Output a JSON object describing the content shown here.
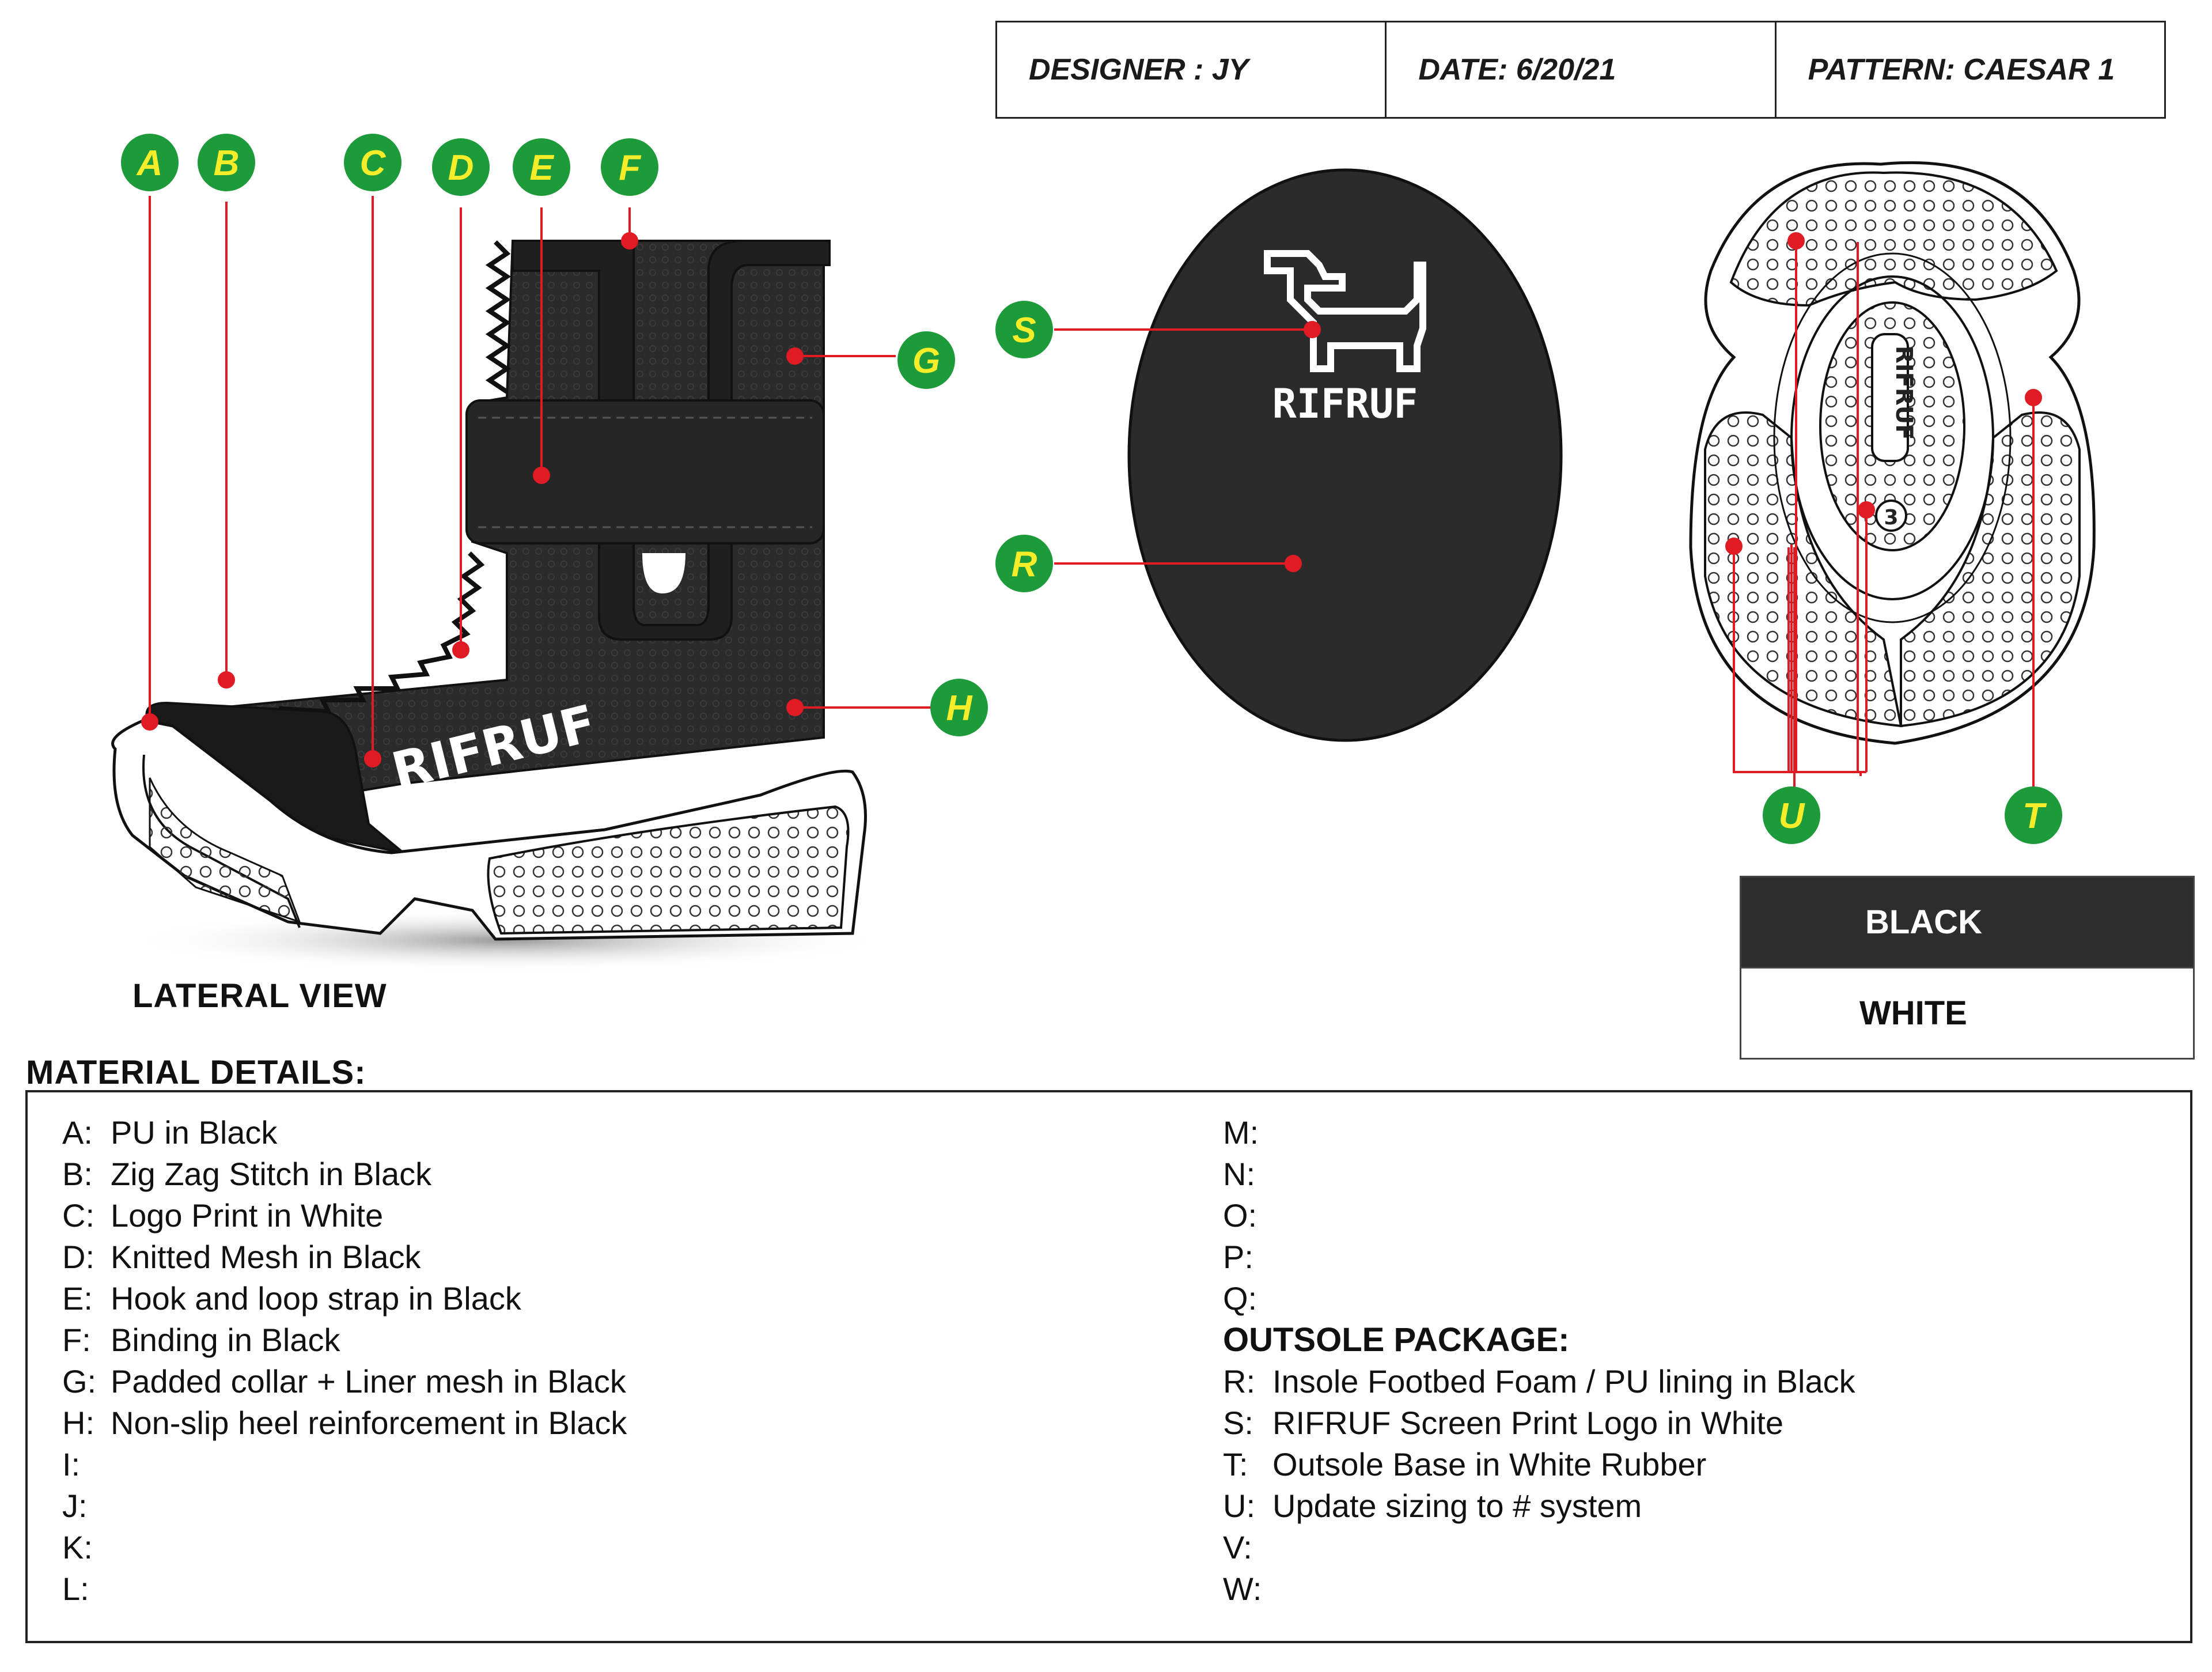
{
  "header": {
    "designer": "DESIGNER : JY",
    "date": "DATE: 6/20/21",
    "pattern": "PATTERN: CAESAR 1"
  },
  "callouts": {
    "A": "A",
    "B": "B",
    "C": "C",
    "D": "D",
    "E": "E",
    "F": "F",
    "G": "G",
    "H": "H",
    "S": "S",
    "R": "R",
    "U": "U",
    "T": "T"
  },
  "brand_logo": "RIFRUF",
  "view_label": "LATERAL VIEW",
  "colors": {
    "callout_green": "#1d9a3a",
    "callout_text": "#f5ec2a",
    "leader_red": "#e01b24",
    "shoe_black": "#2b2b2b",
    "sole_white": "#ffffff"
  },
  "swatch": {
    "black": "BLACK",
    "white": "WHITE"
  },
  "material_details": {
    "title": "MATERIAL DETAILS:",
    "left_items": [
      {
        "key": "A:",
        "text": "PU in Black"
      },
      {
        "key": "B:",
        "text": "Zig Zag Stitch in Black"
      },
      {
        "key": "C:",
        "text": "Logo Print in White"
      },
      {
        "key": "D:",
        "text": "Knitted Mesh in Black"
      },
      {
        "key": "E:",
        "text": "Hook and loop strap in Black"
      },
      {
        "key": "F:",
        "text": "Binding in Black"
      },
      {
        "key": "G:",
        "text": "Padded collar + Liner mesh in Black"
      },
      {
        "key": "H:",
        "text": "Non-slip heel reinforcement in Black"
      },
      {
        "key": "I:",
        "text": ""
      },
      {
        "key": "J:",
        "text": ""
      },
      {
        "key": "K:",
        "text": ""
      },
      {
        "key": "L:",
        "text": ""
      }
    ],
    "right_items_top": [
      {
        "key": "M:",
        "text": ""
      },
      {
        "key": "N:",
        "text": ""
      },
      {
        "key": "O:",
        "text": ""
      },
      {
        "key": "P:",
        "text": ""
      },
      {
        "key": "Q:",
        "text": ""
      }
    ],
    "outsole_title": "OUTSOLE PACKAGE:",
    "outsole_items": [
      {
        "key": "R:",
        "text": "Insole Footbed Foam / PU lining in Black"
      },
      {
        "key": "S:",
        "text": "RIFRUF Screen Print Logo in White"
      },
      {
        "key": "T:",
        "text": "Outsole Base in White Rubber"
      },
      {
        "key": "U:",
        "text": "Update sizing to # system"
      },
      {
        "key": "V:",
        "text": ""
      },
      {
        "key": "W:",
        "text": ""
      }
    ]
  }
}
